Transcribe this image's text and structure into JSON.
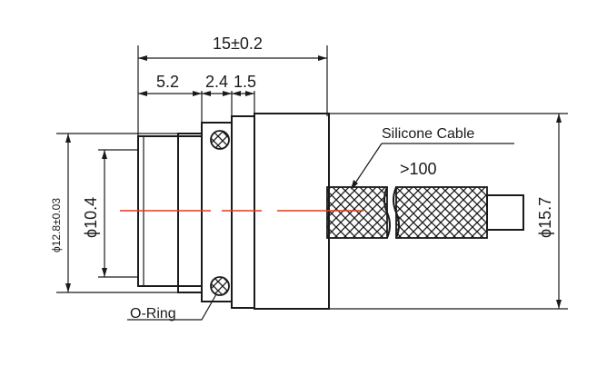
{
  "dimensions": {
    "overall_length": "15±0.2",
    "segment_a": "5.2",
    "segment_b": "2.4",
    "segment_c": "1.5",
    "diameter_outer": "ϕ12.8±0.03",
    "diameter_inner": "ϕ10.4",
    "diameter_body": "ϕ15.7"
  },
  "labels": {
    "cable": "Silicone Cable",
    "cable_length": ">100",
    "o_ring": "O-Ring"
  },
  "colors": {
    "lines": "#1a1a1a",
    "centerline": "#e53a1e"
  }
}
